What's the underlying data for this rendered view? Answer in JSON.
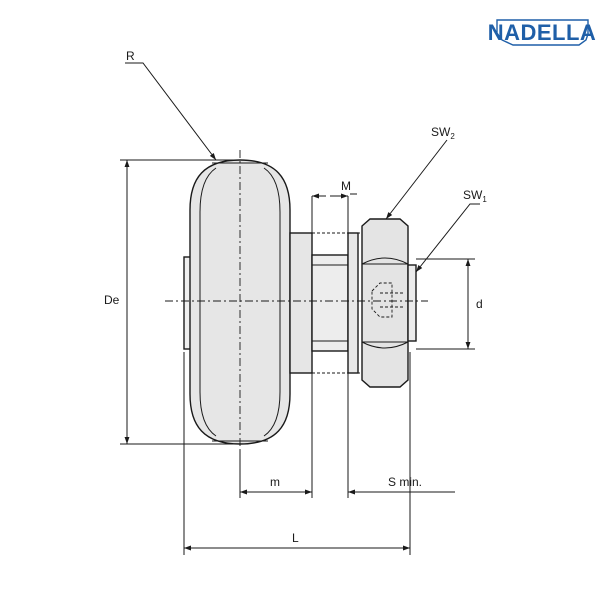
{
  "brand": {
    "name": "NADELLA",
    "color": "#1f5fa8"
  },
  "labels": {
    "R": "R",
    "De": "De",
    "M": "M",
    "SW2_main": "SW",
    "SW2_sub": "2",
    "SW1_main": "SW",
    "SW1_sub": "1",
    "d": "d",
    "m": "m",
    "s_min": "S min.",
    "L": "L"
  },
  "colors": {
    "roller_face": "#e6e6e6",
    "roller_band": "#cfcfcf",
    "nut_face": "#e4e4e4",
    "line": "#1a1a1a"
  }
}
